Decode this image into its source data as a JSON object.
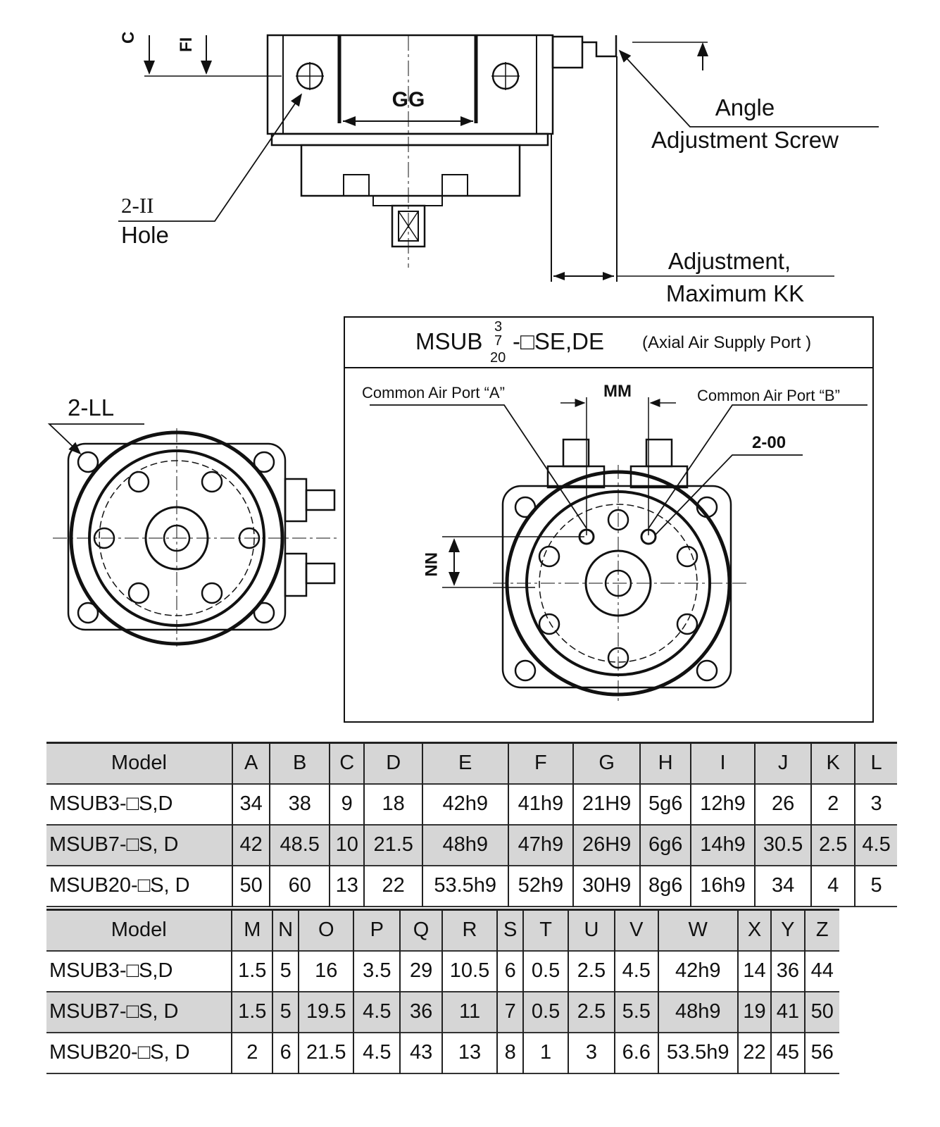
{
  "drawing": {
    "side_view": {
      "gg_label": "GG",
      "hole_label_top": "2-II",
      "hole_label_bottom": "Hole",
      "angle_label_1": "Angle",
      "angle_label_2": "Adjustment Screw",
      "adjust_label_1": "Adjustment,",
      "adjust_label_2": "Maximum KK",
      "cut_label_1": "C",
      "cut_label_2": "FI"
    },
    "left_view": {
      "ll_label": "2-LL"
    },
    "axial_box": {
      "title_prefix": "MSUB",
      "title_sup": "3",
      "title_mid": "7",
      "title_sub": "20",
      "title_suffix": "-□SE,DE",
      "title_note": "(Axial Air Supply Port )",
      "port_a": "Common Air Port “A”",
      "port_b": "Common Air Port “B”",
      "mm_label": "MM",
      "oo_label": "2-00",
      "nn_label": "NN"
    }
  },
  "table1": {
    "headers": [
      "Model",
      "A",
      "B",
      "C",
      "D",
      "E",
      "F",
      "G",
      "H",
      "I",
      "J",
      "K",
      "L"
    ],
    "rows": [
      [
        "MSUB3-□S,D",
        "34",
        "38",
        "9",
        "18",
        "42h9",
        "41h9",
        "21H9",
        "5g6",
        "12h9",
        "26",
        "2",
        "3"
      ],
      [
        "MSUB7-□S, D",
        "42",
        "48.5",
        "10",
        "21.5",
        "48h9",
        "47h9",
        "26H9",
        "6g6",
        "14h9",
        "30.5",
        "2.5",
        "4.5"
      ],
      [
        "MSUB20-□S, D",
        "50",
        "60",
        "13",
        "22",
        "53.5h9",
        "52h9",
        "30H9",
        "8g6",
        "16h9",
        "34",
        "4",
        "5"
      ]
    ]
  },
  "table2": {
    "headers": [
      "Model",
      "M",
      "N",
      "O",
      "P",
      "Q",
      "R",
      "S",
      "T",
      "U",
      "V",
      "W",
      "X",
      "Y",
      "Z"
    ],
    "rows": [
      [
        "MSUB3-□S,D",
        "1.5",
        "5",
        "16",
        "3.5",
        "29",
        "10.5",
        "6",
        "0.5",
        "2.5",
        "4.5",
        "42h9",
        "14",
        "36",
        "44"
      ],
      [
        "MSUB7-□S, D",
        "1.5",
        "5",
        "19.5",
        "4.5",
        "36",
        "11",
        "7",
        "0.5",
        "2.5",
        "5.5",
        "48h9",
        "19",
        "41",
        "50"
      ],
      [
        "MSUB20-□S, D",
        "2",
        "6",
        "21.5",
        "4.5",
        "43",
        "13",
        "8",
        "1",
        "3",
        "6.6",
        "53.5h9",
        "22",
        "45",
        "56"
      ]
    ]
  }
}
